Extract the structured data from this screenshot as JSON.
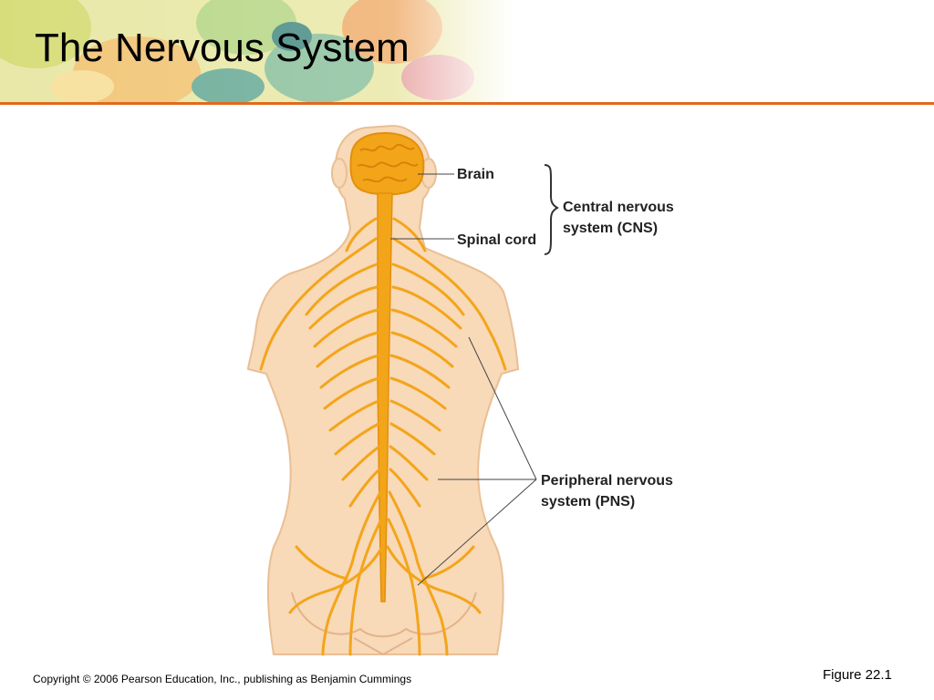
{
  "slide": {
    "title": "The Nervous System",
    "copyright": "Copyright © 2006 Pearson Education, Inc., publishing as Benjamin Cummings",
    "figure_number": "Figure 22.1",
    "accent_color": "#e06a1e"
  },
  "diagram": {
    "labels": {
      "brain": "Brain",
      "spinal_cord": "Spinal cord",
      "cns_line1": "Central nervous",
      "cns_line2": "system (CNS)",
      "pns_line1": "Peripheral nervous",
      "pns_line2": "system (PNS)"
    },
    "colors": {
      "skin": "#f8d9b8",
      "skin_outline": "#e9bf95",
      "nerve": "#f3a51a",
      "nerve_dark": "#e38f0c"
    }
  }
}
